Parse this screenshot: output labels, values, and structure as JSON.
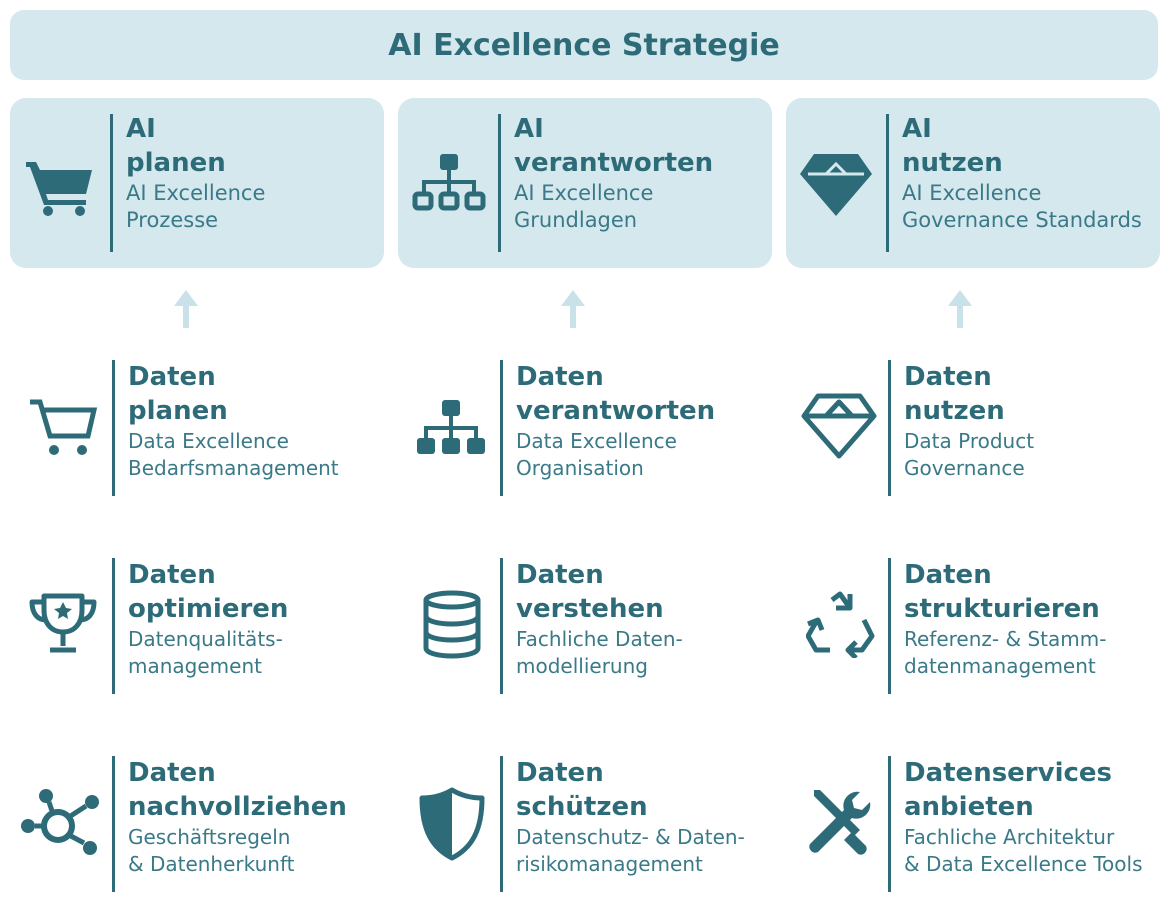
{
  "banner": {
    "title": "AI Excellence Strategie"
  },
  "ai_boxes": [
    {
      "icon": "shopping-cart-icon",
      "title1": "AI",
      "title2": "planen",
      "sub1": "AI Excellence",
      "sub2": "Prozesse"
    },
    {
      "icon": "org-chart-icon",
      "title1": "AI",
      "title2": "verantworten",
      "sub1": "AI Excellence",
      "sub2": "Grundlagen"
    },
    {
      "icon": "diamond-icon",
      "title1": "AI",
      "title2": "nutzen",
      "sub1": "AI Excellence",
      "sub2": "Governance Standards"
    }
  ],
  "rows": [
    [
      {
        "icon": "shopping-cart-icon",
        "title1": "Daten",
        "title2": "planen",
        "sub1": "Data Excellence",
        "sub2": "Bedarfsmanagement"
      },
      {
        "icon": "org-chart-icon",
        "title1": "Daten",
        "title2": "verantworten",
        "sub1": "Data Excellence",
        "sub2": "Organisation"
      },
      {
        "icon": "diamond-icon",
        "title1": "Daten",
        "title2": "nutzen",
        "sub1": "Data Product",
        "sub2": "Governance"
      }
    ],
    [
      {
        "icon": "trophy-icon",
        "title1": "Daten",
        "title2": "optimieren",
        "sub1": "Datenqualitäts-",
        "sub2": "management"
      },
      {
        "icon": "database-icon",
        "title1": "Daten",
        "title2": "verstehen",
        "sub1": "Fachliche Daten-",
        "sub2": "modellierung"
      },
      {
        "icon": "recycle-icon",
        "title1": "Daten",
        "title2": "strukturieren",
        "sub1": "Referenz- & Stamm-",
        "sub2": "datenmanagement"
      }
    ],
    [
      {
        "icon": "network-hub-icon",
        "title1": "Daten",
        "title2": "nachvollziehen",
        "sub1": "Geschäftsregeln",
        "sub2": "& Datenherkunft"
      },
      {
        "icon": "shield-icon",
        "title1": "Daten",
        "title2": "schützen",
        "sub1": "Datenschutz- & Daten-",
        "sub2": "risikomanagement"
      },
      {
        "icon": "tools-icon",
        "title1": "Datenservices",
        "title2": "anbieten",
        "sub1": "Fachliche Architektur",
        "sub2": "& Data Excellence Tools"
      }
    ]
  ],
  "colors": {
    "primary": "#2e6b78",
    "panel": "#d4e8ee",
    "arrow": "#c9e2e9"
  }
}
